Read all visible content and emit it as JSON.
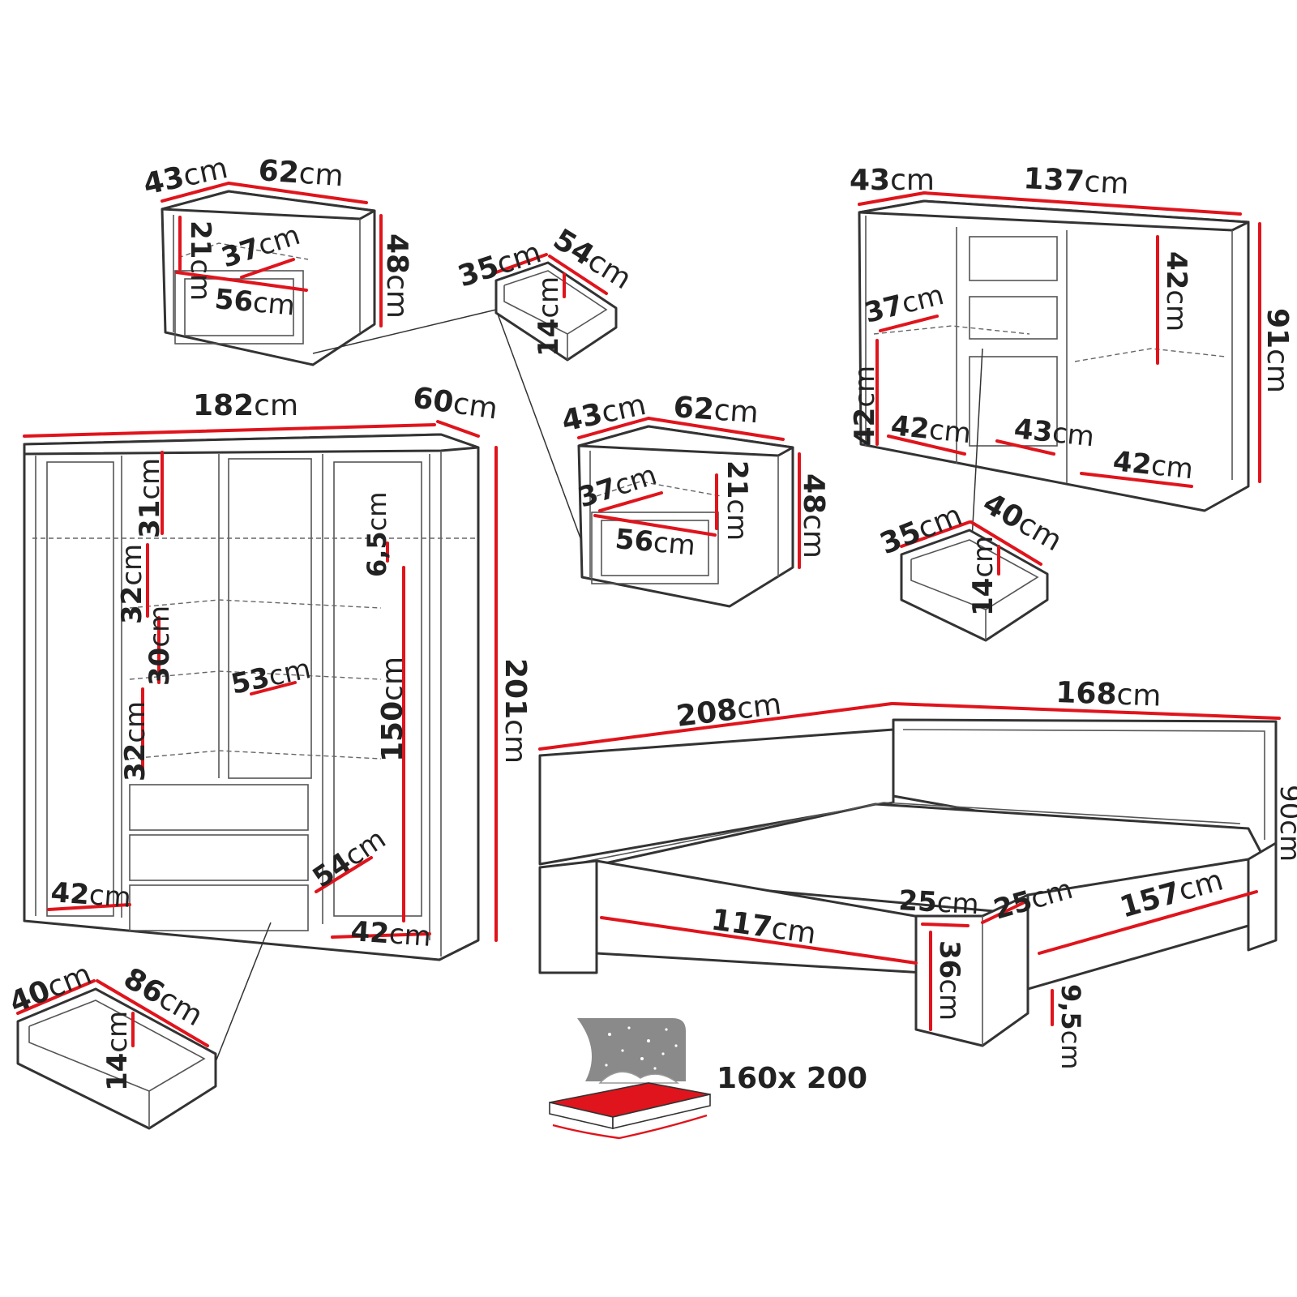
{
  "nightstand_top": {
    "depth": "43",
    "width": "62",
    "height": "48",
    "inner_height": "21",
    "inner_depth": "37",
    "inner_width": "56"
  },
  "nightstand_top_drawer": {
    "depth": "35",
    "width": "54",
    "height": "14"
  },
  "nightstand_mid": {
    "depth": "43",
    "width": "62",
    "height": "48",
    "inner_height": "21",
    "inner_depth": "37",
    "inner_width": "56"
  },
  "sideboard": {
    "depth": "43",
    "width": "137",
    "height": "91",
    "shelf_depth": "37",
    "right_inner_height": "42",
    "left_inner_height": "42",
    "left_inner_width": "42",
    "middle_inner_width": "43",
    "right_inner_width": "42"
  },
  "sideboard_drawer": {
    "depth": "35",
    "width": "40",
    "height": "14"
  },
  "wardrobe": {
    "width": "182",
    "depth": "60",
    "height": "201",
    "comp_top": "31",
    "comp_shelf1": "32",
    "comp_shelf2": "30",
    "comp_shelf3": "32",
    "rail_gap": "6,5",
    "hanging_height": "150",
    "shelf_depth": "53",
    "drawer_width": "54",
    "left_inner_width": "42",
    "right_inner_width": "42"
  },
  "wardrobe_drawer": {
    "depth": "40",
    "width": "86",
    "height": "14"
  },
  "bed": {
    "length": "208",
    "width": "168",
    "headboard_height": "90cm",
    "side_panel": "117",
    "foot_post_a": "25",
    "foot_post_b": "25",
    "foot_height": "36",
    "inner_width": "157",
    "clearance": "9,5"
  },
  "mattress_size": "160x 200",
  "unit": "cm",
  "colors": {
    "dimension_line": "#e0141c",
    "outline": "#333333",
    "night_bg": "#8a8a8a"
  }
}
